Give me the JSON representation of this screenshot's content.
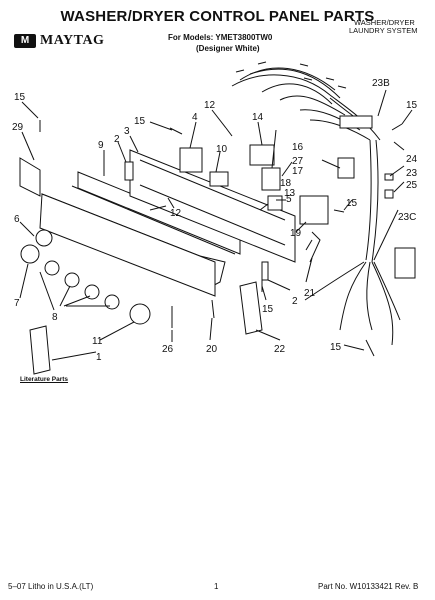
{
  "header": {
    "title": "WASHER/DRYER CONTROL PANEL PARTS",
    "brand": "MAYTAG",
    "brand_mark": "M",
    "models": "For Models: YMET3800TW0",
    "variant": "(Designer White)",
    "category_line1": "WASHER/DRYER",
    "category_line2": "LAUNDRY SYSTEM"
  },
  "callouts": [
    "1",
    "2",
    "2",
    "3",
    "4",
    "5",
    "6",
    "7",
    "8",
    "9",
    "10",
    "11",
    "12",
    "12",
    "13",
    "14",
    "15",
    "15",
    "15",
    "15",
    "15",
    "15",
    "16",
    "17",
    "18",
    "19",
    "20",
    "21",
    "22",
    "23",
    "23B",
    "23C",
    "24",
    "25",
    "26",
    "27",
    "29"
  ],
  "literature_label": "Literature Parts",
  "footer": {
    "left": "5–07 Litho in U.S.A.(LT)",
    "page": "1",
    "part": "Part No. W10133421 Rev. B"
  }
}
